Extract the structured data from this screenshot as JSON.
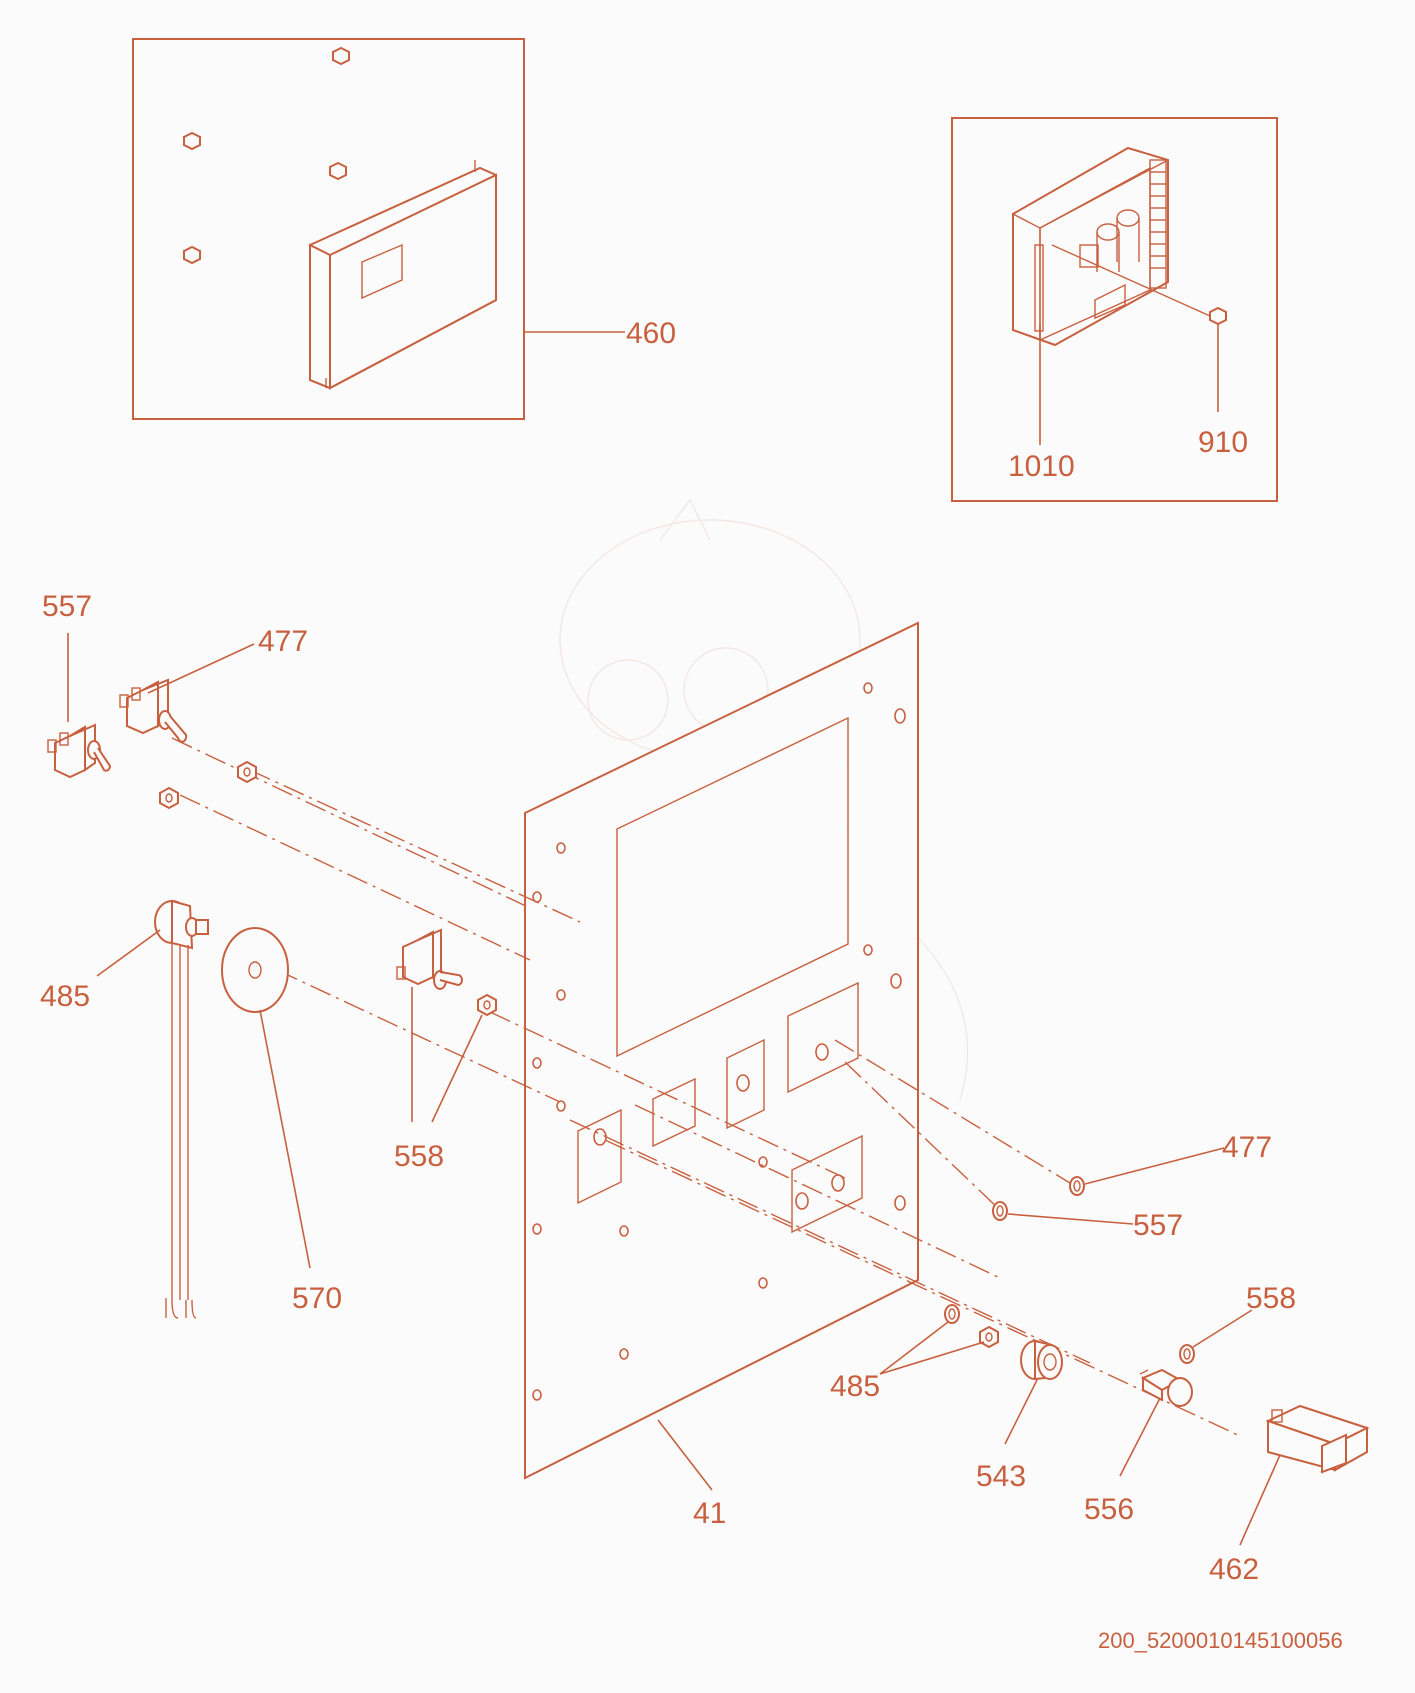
{
  "colors": {
    "line": "#c8603f",
    "background": "#fbfbfb"
  },
  "callouts": {
    "c460": "460",
    "c910": "910",
    "c1010": "1010",
    "c557_left": "557",
    "c477_left": "477",
    "c485_left": "485",
    "c570": "570",
    "c558_mid": "558",
    "c477_right": "477",
    "c557_right": "557",
    "c558_right": "558",
    "c485_right": "485",
    "c543": "543",
    "c556": "556",
    "c462": "462",
    "c41": "41"
  },
  "reference_code": "200_5200010145100056"
}
